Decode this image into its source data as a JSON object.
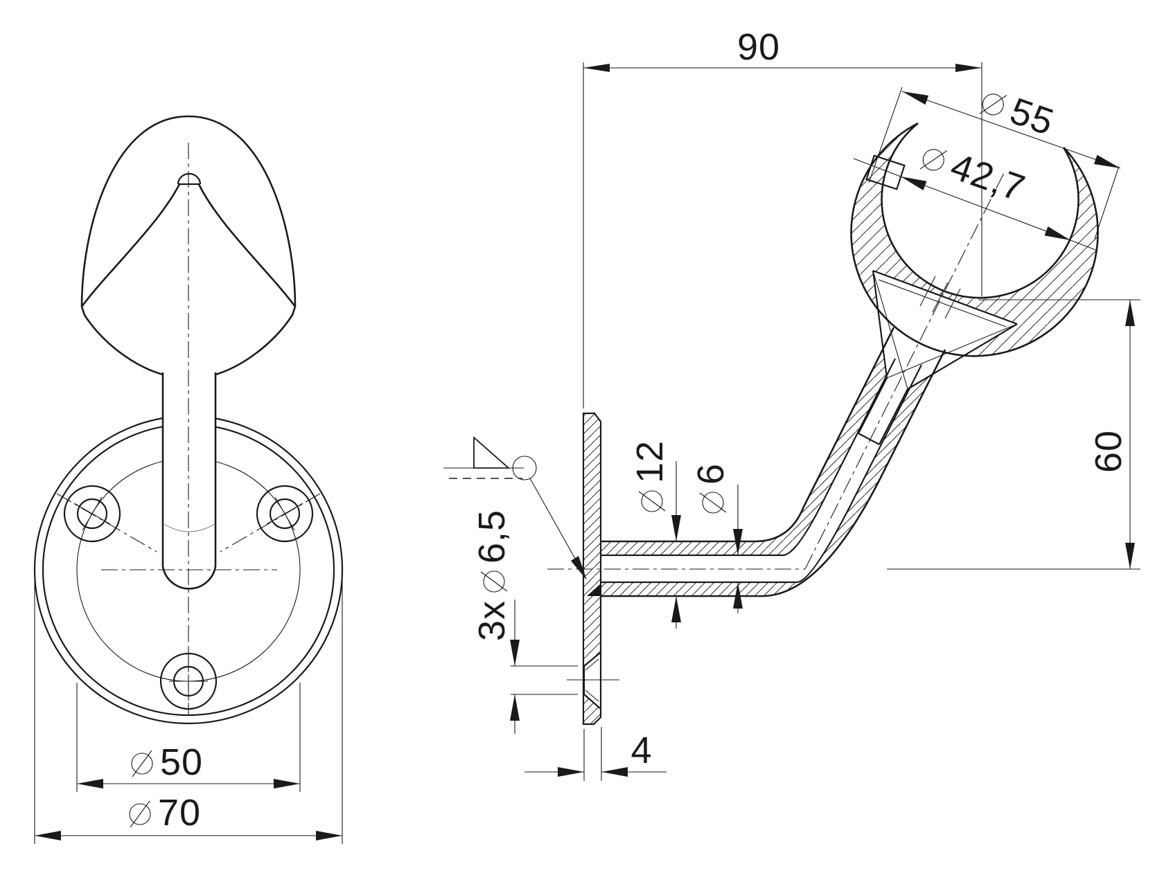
{
  "drawing": {
    "background": "#ffffff",
    "line_color": "#1a1a1a",
    "dimensions": {
      "span_90": {
        "value": "90"
      },
      "ball_dia": {
        "prefix": "⌀",
        "value": "55"
      },
      "saddle_dia": {
        "prefix": "⌀",
        "value": "42,7"
      },
      "height_60": {
        "value": "60"
      },
      "arm_outer_dia": {
        "prefix": "⌀",
        "value": "12"
      },
      "arm_bore_dia": {
        "prefix": "⌀",
        "value": "6"
      },
      "mount_holes": {
        "qty": "3x",
        "prefix": "⌀",
        "value": "6,5"
      },
      "plate_thickness": {
        "value": "4"
      },
      "bolt_circle_dia": {
        "prefix": "⌀",
        "value": "50"
      },
      "flange_dia": {
        "prefix": "⌀",
        "value": "70"
      }
    }
  }
}
